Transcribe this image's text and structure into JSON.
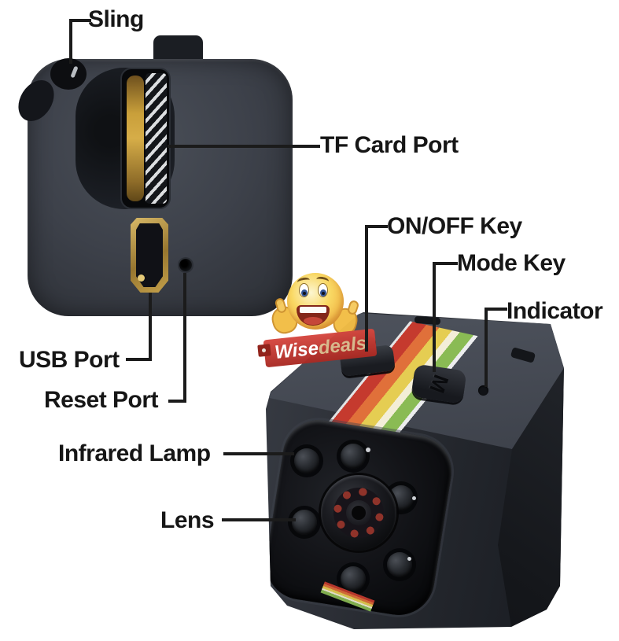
{
  "page": {
    "background": "#ffffff"
  },
  "callouts": {
    "sling": "Sling",
    "tf_card_port": "TF Card Port",
    "on_off_key": "ON/OFF Key",
    "mode_key": "Mode Key",
    "indicator": "Indicator",
    "usb_port": "USB Port",
    "reset_port": "Reset Port",
    "infrared_lamp": "Infrared Lamp",
    "lens": "Lens"
  },
  "front_camera": {
    "mode_key_glyph": "M"
  },
  "watermark": {
    "brand_full": "Wisedeals",
    "brand_part1": "Wise",
    "brand_part2": "deals"
  },
  "colors": {
    "label_text": "#161616",
    "leader_line": "#1b1b1b",
    "back_body_gray": "#3d414a",
    "cube_front": "#24272d",
    "cube_top": "#3e434c",
    "cube_side": "#121418",
    "stripe_red": "#c53a2e",
    "stripe_orange": "#e0703a",
    "stripe_yellow": "#e5cd52",
    "stripe_cream": "#f3eed8",
    "stripe_green": "#8abb54",
    "usb_gold": "#c9a855",
    "banner_red": "#b93029",
    "smiley_yellow": "#f6c94f",
    "lens_ring_red": "#8f332a"
  }
}
